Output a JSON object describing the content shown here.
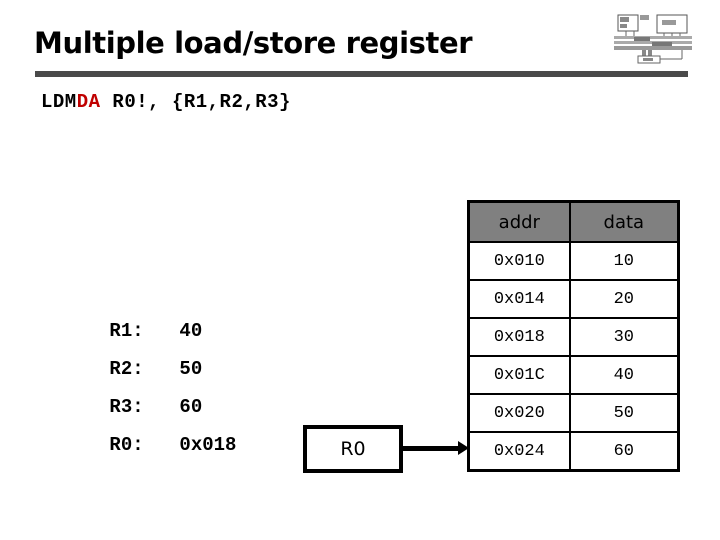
{
  "slide": {
    "title": "Multiple load/store register",
    "corner_logo_name": "system-block-diagram-thumbnail"
  },
  "instruction": {
    "mnemonic": "LDM",
    "suffix": "DA",
    "suffix_color": "#c00000",
    "operands": " R0!, {R1,R2,R3}",
    "full_text": "LDMDA R0!, {R1,R2,R3}"
  },
  "registers": {
    "title": "register-values",
    "rows": [
      {
        "name": "R1:",
        "value": "40"
      },
      {
        "name": "R2:",
        "value": "50"
      },
      {
        "name": "R3:",
        "value": "60"
      },
      {
        "name": "R0:",
        "value": "0x018"
      }
    ]
  },
  "memory_table": {
    "headers": [
      "addr",
      "data"
    ],
    "header_bg": "#808080",
    "rows": [
      {
        "addr": "0x010",
        "data": "10"
      },
      {
        "addr": "0x014",
        "data": "20"
      },
      {
        "addr": "0x018",
        "data": "30"
      },
      {
        "addr": "0x01C",
        "data": "40"
      },
      {
        "addr": "0x020",
        "data": "50"
      },
      {
        "addr": "0x024",
        "data": "60"
      }
    ]
  },
  "pointer": {
    "box_label": "R0",
    "points_to_addr": "0x024"
  }
}
